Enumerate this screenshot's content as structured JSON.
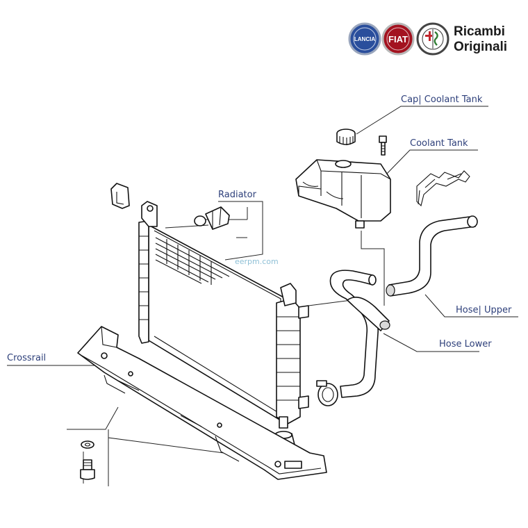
{
  "brand": {
    "line1": "Ricambi",
    "line2": "Originali",
    "badges": [
      {
        "name": "lancia",
        "text": "LANCIA",
        "color": "#2a4e9c"
      },
      {
        "name": "fiat",
        "text": "FIAT",
        "color": "#a3121f"
      },
      {
        "name": "alfa",
        "text": "",
        "color": "#ffffff"
      }
    ]
  },
  "watermark": "eerpm.com",
  "labels": {
    "cap_coolant_tank": "Cap| Coolant Tank",
    "coolant_tank": "Coolant Tank",
    "radiator": "Radiator",
    "hose_upper": "Hose| Upper",
    "hose_lower": "Hose Lower",
    "crossrail": "Crossrail"
  },
  "colors": {
    "label_text": "#2d3f7a",
    "line_art": "#111111"
  }
}
